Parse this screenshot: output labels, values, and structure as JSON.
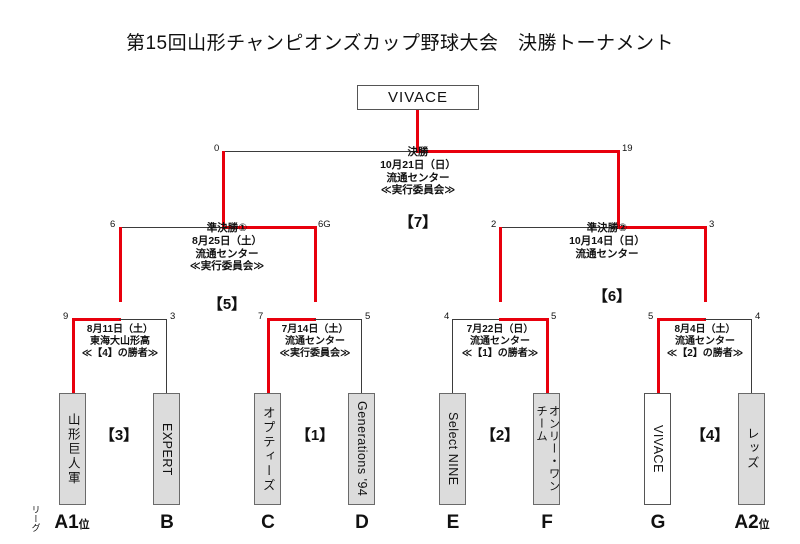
{
  "title": "第15回山形チャンピオンズカップ野球大会　決勝トーナメント",
  "champion": {
    "name": "VIVACE"
  },
  "league_label": "リーグ",
  "rounds": {
    "final": {
      "round_label": "決勝",
      "date": "10月21日（日）",
      "venue": "流通センター",
      "organizer": "≪実行委員会≫",
      "tag": "【7】",
      "score_left": "0",
      "score_right": "19"
    },
    "semifinal1": {
      "round_label": "準決勝①",
      "date": "8月25日（土）",
      "venue": "流通センター",
      "organizer": "≪実行委員会≫",
      "tag": "【5】",
      "score_left": "6",
      "score_right": "6G"
    },
    "semifinal2": {
      "round_label": "準決勝②",
      "date": "10月14日（日）",
      "venue": "流通センター",
      "organizer": "",
      "tag": "【6】",
      "score_left": "2",
      "score_right": "3"
    },
    "quarter1": {
      "date": "8月11日（土）",
      "venue": "東海大山形高",
      "organizer": "≪【4】の勝者≫",
      "tag": "【3】",
      "score_left": "9",
      "score_right": "3"
    },
    "quarter2": {
      "date": "7月14日（土）",
      "venue": "流通センター",
      "organizer": "≪実行委員会≫",
      "tag": "【1】",
      "score_left": "7",
      "score_right": "5"
    },
    "quarter3": {
      "date": "7月22日（日）",
      "venue": "流通センター",
      "organizer": "≪【1】の勝者≫",
      "tag": "【2】",
      "score_left": "4",
      "score_right": "5"
    },
    "quarter4": {
      "date": "8月4日（土）",
      "venue": "流通センター",
      "organizer": "≪【2】の勝者≫",
      "tag": "【4】",
      "score_left": "5",
      "score_right": "4"
    }
  },
  "teams": [
    {
      "name": "山形巨人軍",
      "group": "A1",
      "group_sub": "位",
      "winner": false,
      "script": "jp"
    },
    {
      "name": "EXPERT",
      "group": "B",
      "group_sub": "",
      "winner": false,
      "script": "latin"
    },
    {
      "name": "オプティーズ",
      "group": "C",
      "group_sub": "",
      "winner": false,
      "script": "jp"
    },
    {
      "name": "Generations '94",
      "group": "D",
      "group_sub": "",
      "winner": false,
      "script": "latin"
    },
    {
      "name": "Select NINE",
      "group": "E",
      "group_sub": "",
      "winner": false,
      "script": "latin"
    },
    {
      "name": "チーム・オンリー・ワン",
      "group": "F",
      "group_sub": "",
      "winner": false,
      "script": "jp2"
    },
    {
      "name": "VIVACE",
      "group": "G",
      "group_sub": "",
      "winner": true,
      "script": "latin"
    },
    {
      "name": "レッズ",
      "group": "A2",
      "group_sub": "位",
      "winner": false,
      "script": "jp"
    }
  ],
  "team_col2": {
    "col_a": "オンリー・ワン",
    "col_b": "チーム"
  },
  "colors": {
    "winner_path": "#e8000d",
    "line": "#3b3b3b",
    "box_fill": "#dcdcdc"
  }
}
